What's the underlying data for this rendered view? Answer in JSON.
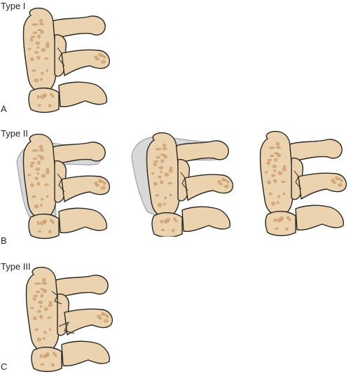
{
  "colors": {
    "bone": "#ecd3b0",
    "bone_shade": "#e2c29a",
    "ink": "#2a2622",
    "cavity": "#d9ac80",
    "cavity_stroke": "#b98a5c",
    "ghost": "#d8d8d8",
    "ghost_stroke": "#9a9a9a"
  },
  "labels": {
    "type1": "Type I",
    "type2": "Type II",
    "type3": "Type III",
    "a": "A",
    "b": "B",
    "c": "C"
  }
}
